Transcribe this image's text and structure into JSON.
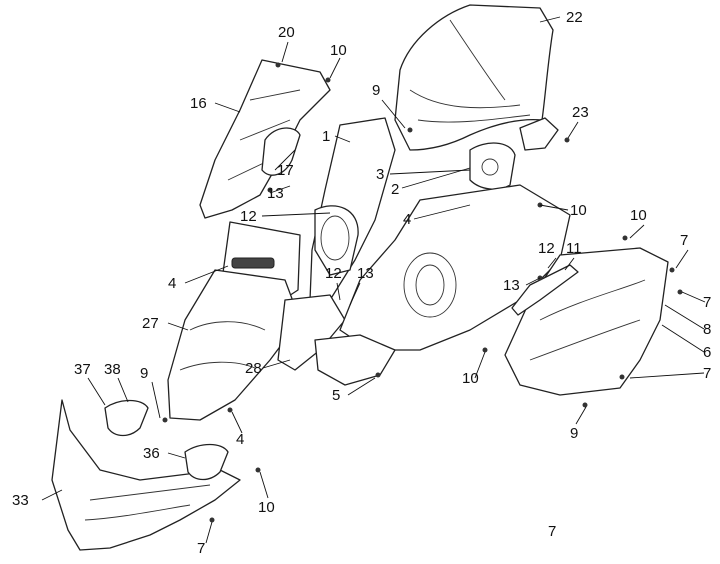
{
  "callouts": [
    "20",
    "10",
    "22",
    "16",
    "9",
    "1",
    "23",
    "17",
    "13",
    "2",
    "3",
    "12",
    "4",
    "10",
    "10",
    "7",
    "12",
    "11",
    "4",
    "12",
    "13",
    "13",
    "7",
    "27",
    "8",
    "6",
    "28",
    "37",
    "38",
    "9",
    "5",
    "10",
    "7",
    "9",
    "4",
    "36",
    "33",
    "10",
    "7",
    "7"
  ]
}
